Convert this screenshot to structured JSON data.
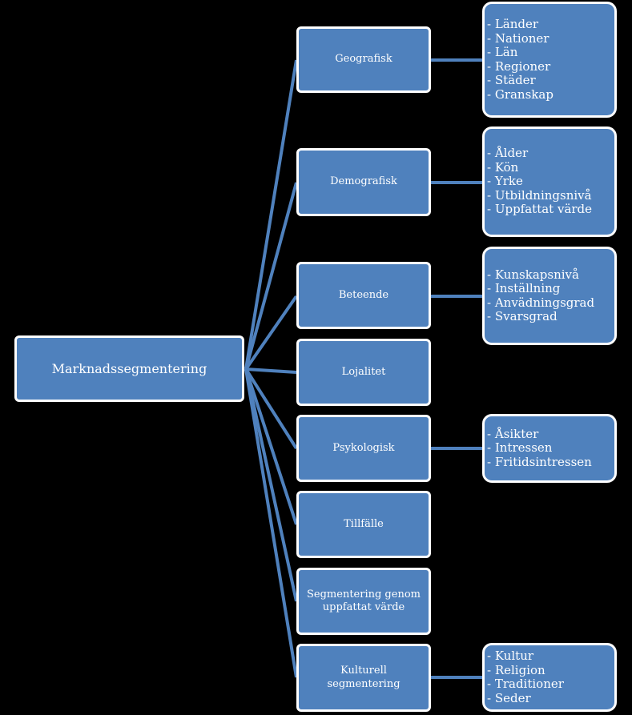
{
  "root": {
    "label": "Marknadssegmentering"
  },
  "categories": [
    {
      "label": "Geografisk",
      "items": [
        "- Länder",
        "- Nationer",
        "- Län",
        "- Regioner",
        "- Städer",
        "- Granskap"
      ]
    },
    {
      "label": "Demografisk",
      "items": [
        "- Ålder",
        "- Kön",
        "- Yrke",
        "- Utbildningsnivå",
        "- Uppfattat värde"
      ]
    },
    {
      "label": "Beteende",
      "items": [
        "- Kunskapsnivå",
        "- Inställning",
        "- Anvädningsgrad",
        "- Svarsgrad"
      ]
    },
    {
      "label": "Lojalitet",
      "items": []
    },
    {
      "label": "Psykologisk",
      "items": [
        "- Åsikter",
        "- Intressen",
        "- Fritidsintressen"
      ]
    },
    {
      "label": "Tillfälle",
      "items": []
    },
    {
      "label": "Segmentering genom uppfattat värde",
      "items": []
    },
    {
      "label": "Kulturell segmentering",
      "items": [
        "- Kultur",
        "- Religion",
        "- Traditioner",
        "- Seder"
      ]
    }
  ],
  "colors": {
    "background": "#000000",
    "box_fill": "#4F81BD",
    "box_border": "#FFFFFF",
    "connector": "#4F81BD",
    "text": "#FFFFFF"
  }
}
